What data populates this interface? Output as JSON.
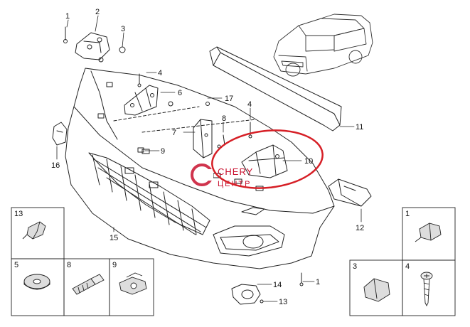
{
  "callouts": [
    {
      "id": "c1a",
      "label": "1"
    },
    {
      "id": "c2",
      "label": "2"
    },
    {
      "id": "c3",
      "label": "3"
    },
    {
      "id": "c4a",
      "label": "4"
    },
    {
      "id": "c6",
      "label": "6"
    },
    {
      "id": "c17",
      "label": "17"
    },
    {
      "id": "c4b",
      "label": "4"
    },
    {
      "id": "c8",
      "label": "8"
    },
    {
      "id": "c7",
      "label": "7"
    },
    {
      "id": "c9",
      "label": "9"
    },
    {
      "id": "c10",
      "label": "10"
    },
    {
      "id": "c11",
      "label": "11"
    },
    {
      "id": "c12",
      "label": "12"
    },
    {
      "id": "c15",
      "label": "15"
    },
    {
      "id": "c16",
      "label": "16"
    },
    {
      "id": "c1b",
      "label": "1"
    },
    {
      "id": "c14",
      "label": "14"
    },
    {
      "id": "c13b",
      "label": "13"
    }
  ],
  "legend_boxes": [
    {
      "id": "b13",
      "label": "13",
      "icon": "clip-icon"
    },
    {
      "id": "b5",
      "label": "5",
      "icon": "washer-icon"
    },
    {
      "id": "b8",
      "label": "8",
      "icon": "bolt-icon"
    },
    {
      "id": "b9",
      "label": "9",
      "icon": "spring-nut-icon"
    },
    {
      "id": "b1",
      "label": "1",
      "icon": "push-pin-icon"
    },
    {
      "id": "b3",
      "label": "3",
      "icon": "clip-nut-icon"
    },
    {
      "id": "b4",
      "label": "4",
      "icon": "screw-icon"
    }
  ],
  "watermark": {
    "line1": "CHERY",
    "line2": "ЦЕНТР",
    "color": "#c8102e"
  },
  "highlight_color": "#d61f26"
}
